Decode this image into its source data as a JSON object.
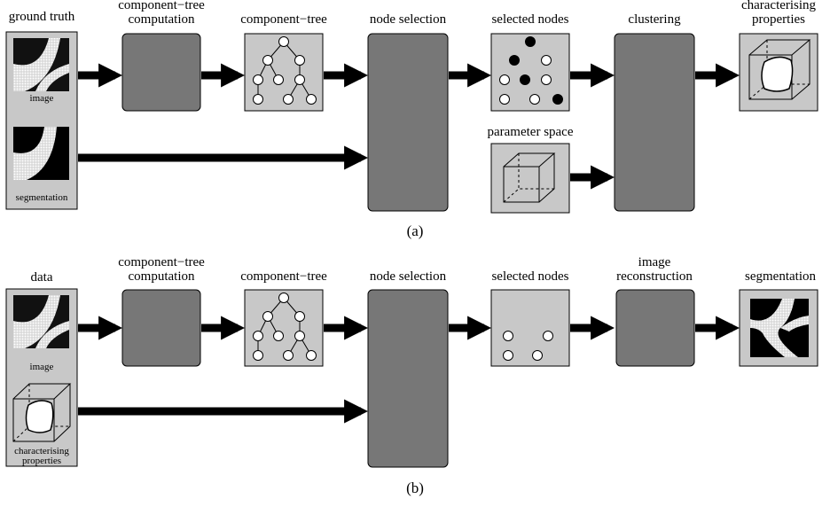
{
  "panel_a": {
    "caption": "(a)",
    "labels": {
      "ground_truth": "ground truth",
      "image": "image",
      "segmentation": "segmentation",
      "ct_computation": [
        "component−tree",
        "computation"
      ],
      "component_tree": "component−tree",
      "node_selection": "node selection",
      "selected_nodes": "selected nodes",
      "parameter_space": "parameter space",
      "clustering": "clustering",
      "characterising_properties": [
        "characterising",
        "properties"
      ]
    }
  },
  "panel_b": {
    "caption": "(b)",
    "labels": {
      "data": "data",
      "image": "image",
      "characterising_properties": [
        "characterising",
        "properties"
      ],
      "ct_computation": [
        "component−tree",
        "computation"
      ],
      "component_tree": "component−tree",
      "node_selection": "node selection",
      "selected_nodes": "selected nodes",
      "image_reconstruction": [
        "image",
        "reconstruction"
      ],
      "segmentation": "segmentation"
    }
  },
  "colors": {
    "process_box": "#777777",
    "data_box": "#c8c8c8",
    "node_filled": "#000000",
    "node_empty": "#ffffff"
  }
}
